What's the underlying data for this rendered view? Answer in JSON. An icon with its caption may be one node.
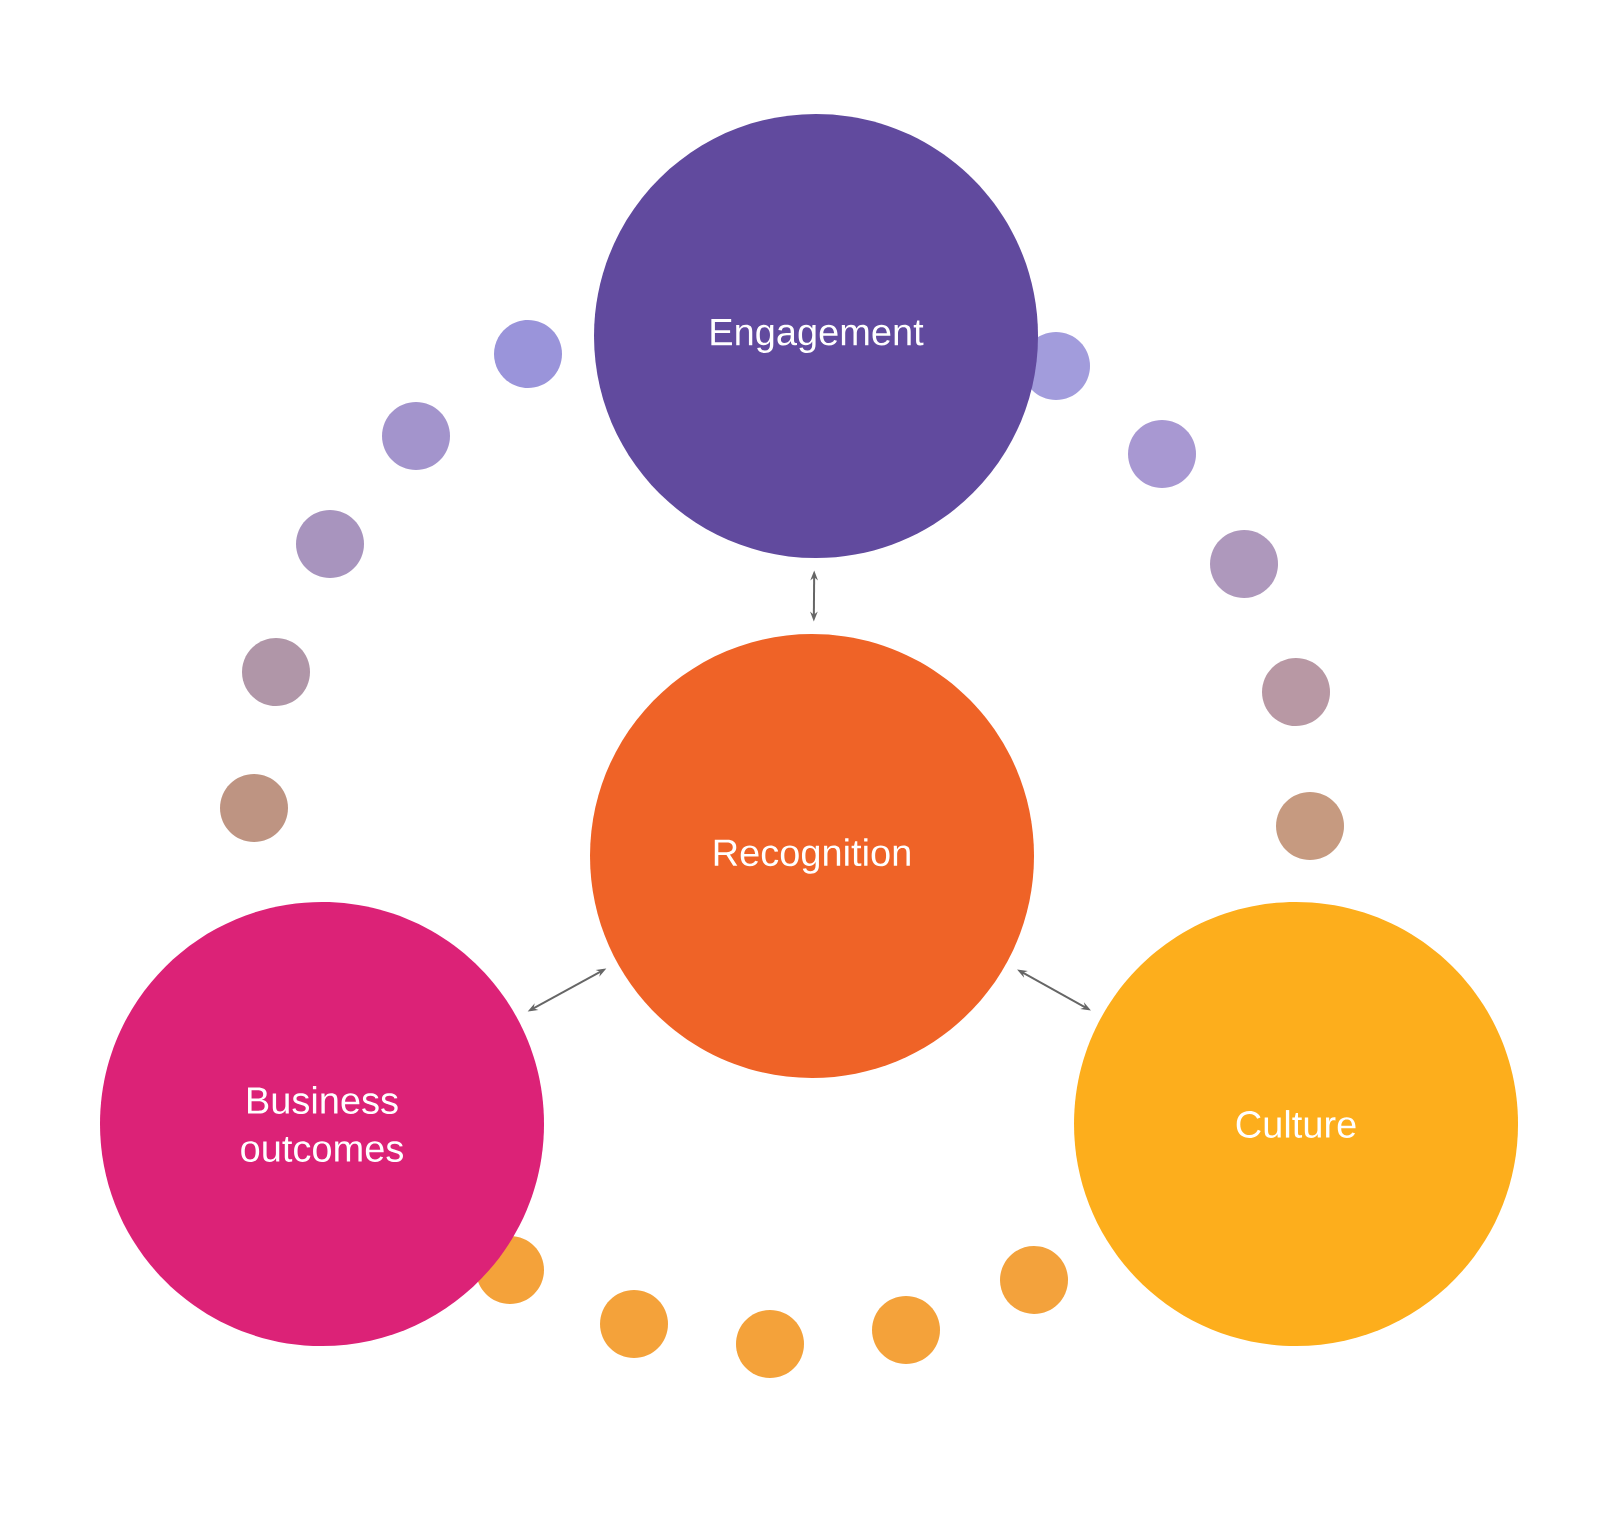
{
  "diagram": {
    "nodes": [
      {
        "text": [
          "Engagement"
        ]
      },
      {
        "text": [
          "Recognition"
        ]
      },
      {
        "text": [
          "Business outcomes"
        ]
      },
      {
        "text": [
          "Culture"
        ]
      }
    ],
    "edges": [
      {
        "from": 1,
        "to": 0,
        "arrow": "both"
      },
      {
        "from": 1,
        "to": 2,
        "arrow": "both"
      },
      {
        "from": 1,
        "to": 3,
        "arrow": "both"
      }
    ]
  }
}
